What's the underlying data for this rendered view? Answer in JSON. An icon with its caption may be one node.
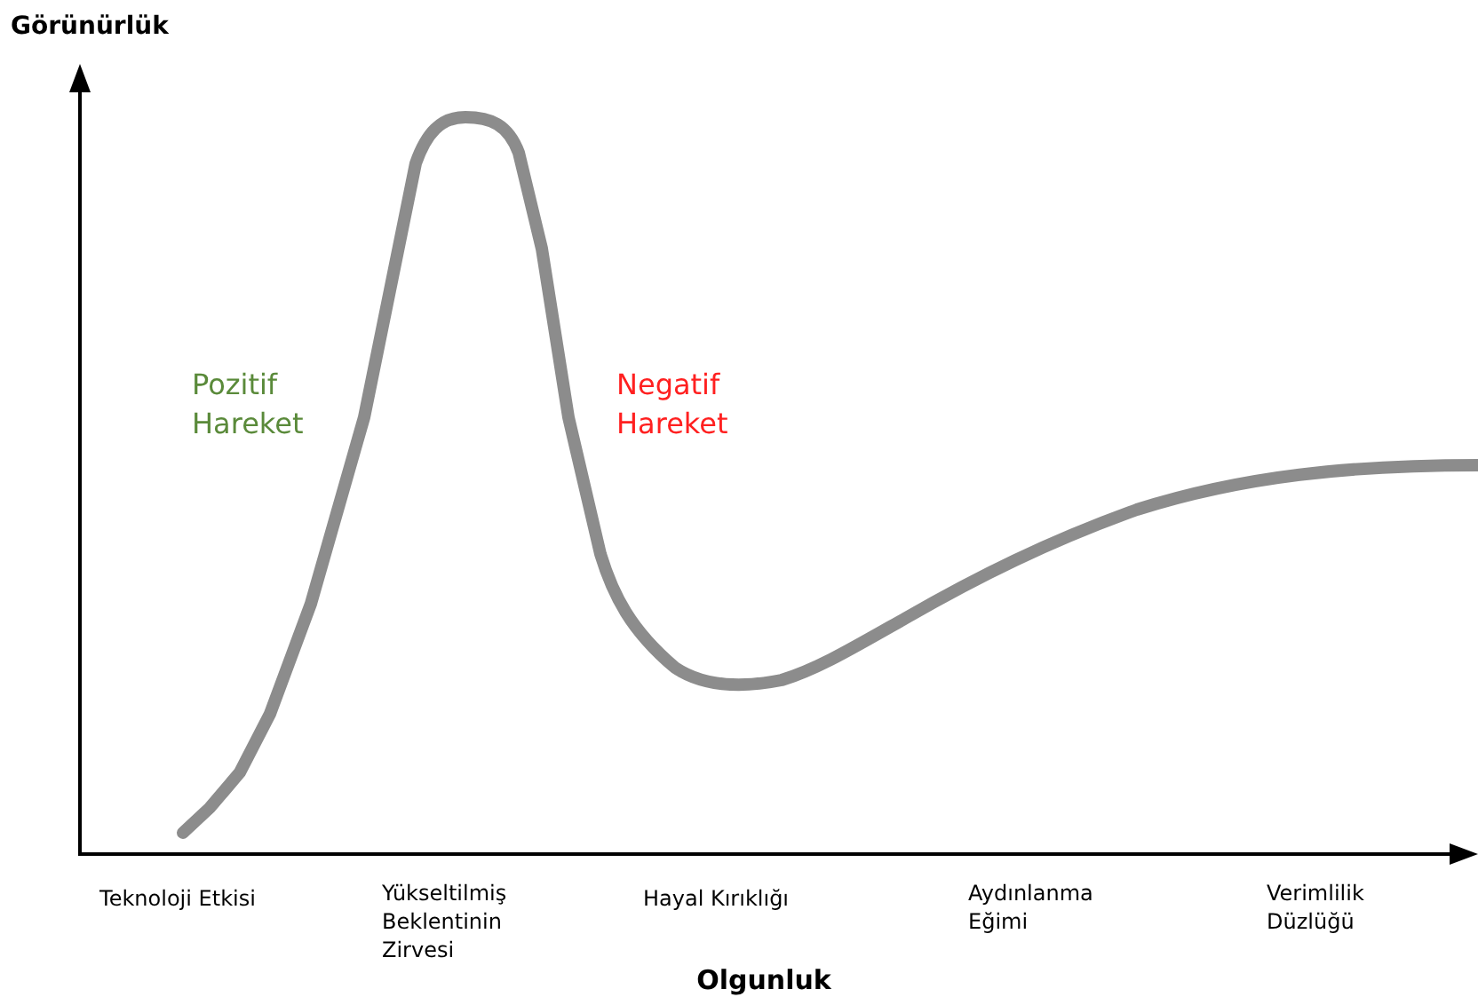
{
  "diagram": {
    "labels": [
      "Görünürlük",
      "Pozitif Hareket",
      "Negatif Hareket",
      "Teknoloji Etkisi",
      "Yükseltilmiş Beklentinin Zirvesi",
      "Hayal Kırıklığı",
      "Aydınlanma Eğimi",
      "Verimlilik Düzlüğü",
      "Olgunluk"
    ]
  }
}
